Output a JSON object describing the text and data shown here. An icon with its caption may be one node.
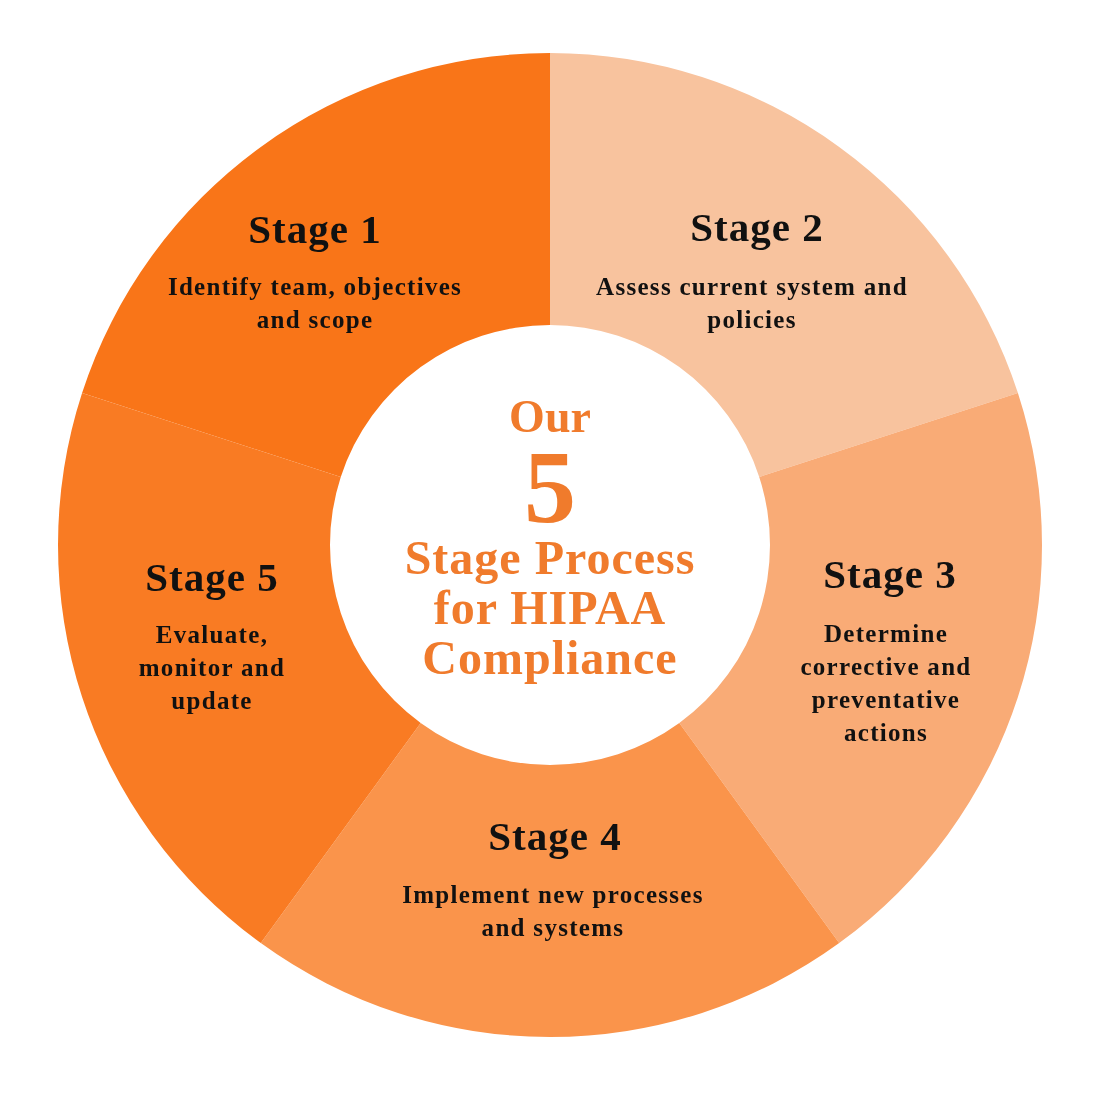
{
  "diagram": {
    "nodes": [
      {
        "text": [
          "Our",
          "5",
          "Stage Process for HIPAA Compliance"
        ]
      },
      {
        "text": [
          "Stage 1",
          "Identify team, objectives and scope"
        ]
      },
      {
        "text": [
          "Stage 2",
          "Assess current system and policies"
        ]
      },
      {
        "text": [
          "Stage 3",
          "Determine corrective and preventative actions"
        ]
      },
      {
        "text": [
          "Stage 4",
          "Implement new processes and systems"
        ]
      },
      {
        "text": [
          "Stage 5",
          "Evaluate, monitor and update"
        ]
      }
    ]
  }
}
